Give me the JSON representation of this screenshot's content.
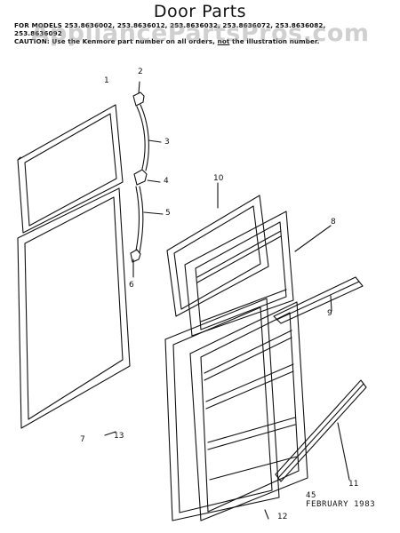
{
  "header": {
    "title": "Door Parts",
    "models_line1": "FOR MODELS 253.8636002, 253.8636012, 253.8636032, 253.8636072, 253.8636082,",
    "models_line2": "253.8636092",
    "caution_prefix": "CAUTION: Use the Kenmore part number on all orders, ",
    "caution_not": "not",
    "caution_suffix": " the illustration number."
  },
  "watermark": "AppliancePartsPros.com",
  "callouts": {
    "c1": "1",
    "c2": "2",
    "c3": "3",
    "c4": "4",
    "c5": "5",
    "c6": "6",
    "c7": "7",
    "c8": "8",
    "c9": "9",
    "c10": "10",
    "c11": "11",
    "c12": "12",
    "c13": "13"
  },
  "footer": {
    "page": "45",
    "date": "FEBRUARY 1983"
  }
}
